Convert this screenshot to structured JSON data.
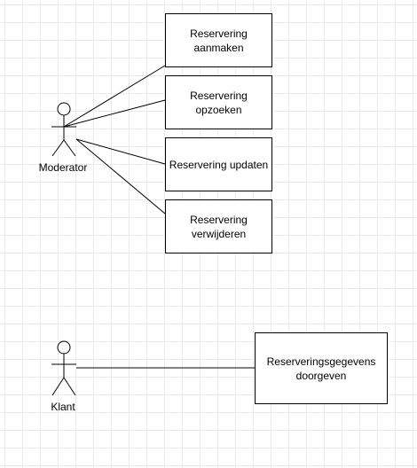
{
  "diagram": {
    "actors": {
      "moderator": {
        "label": "Moderator"
      },
      "klant": {
        "label": "Klant"
      }
    },
    "use_cases": {
      "aanmaken": "Reservering\naanmaken",
      "opzoeken": "Reservering\nopzoeken",
      "updaten": "Reservering updaten",
      "verwijderen": "Reservering\nverwijderen",
      "doorgeven": "Reserveringsgegevens\ndoorgeven"
    },
    "associations": [
      {
        "from": "moderator",
        "to": "aanmaken"
      },
      {
        "from": "moderator",
        "to": "opzoeken"
      },
      {
        "from": "moderator",
        "to": "updaten"
      },
      {
        "from": "moderator",
        "to": "verwijderen"
      },
      {
        "from": "klant",
        "to": "doorgeven"
      }
    ],
    "colors": {
      "stroke": "#000000",
      "fill": "#ffffff",
      "grid": "#ebebeb"
    }
  }
}
